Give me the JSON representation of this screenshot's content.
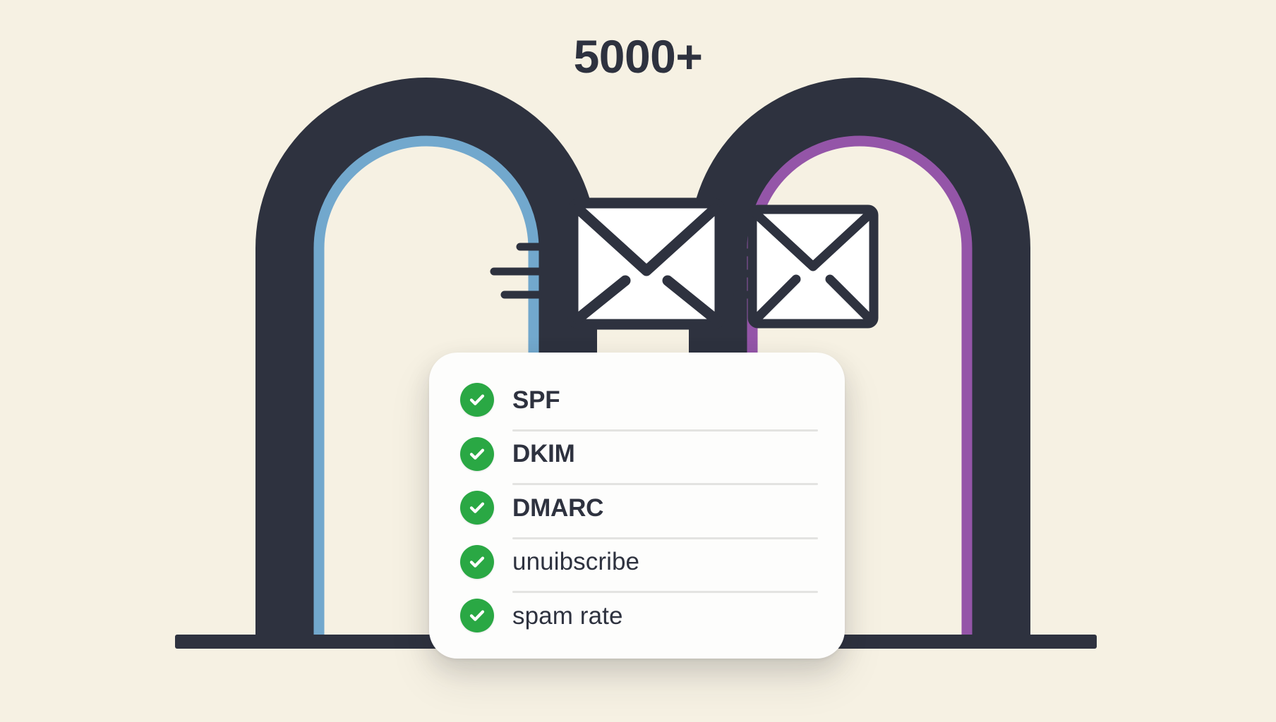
{
  "scene": {
    "background_color": "#f6f1e3",
    "headline": "5000+",
    "headline_color": "#2e323f"
  },
  "arches": {
    "left": {
      "name": "left-arch",
      "outer_color": "#2e323f",
      "inner_accent_color": "#6ba7cf",
      "inner_accent_label": "blue"
    },
    "right": {
      "name": "right-arch",
      "outer_color": "#2e323f",
      "inner_accent_color": "#8c4fa0",
      "inner_accent_label": "purple"
    },
    "ground_color": "#2e323f"
  },
  "envelopes": [
    {
      "name": "front-envelope",
      "stroke_color": "#2e323f",
      "fill_color": "#ffffff"
    },
    {
      "name": "back-envelope",
      "stroke_color": "#2e323f",
      "fill_color": "#ffffff"
    }
  ],
  "speed_lines": {
    "left_count": 3,
    "right_count": 3,
    "color": "#2e323f"
  },
  "card": {
    "background_color": "#fdfdfc",
    "divider_color": "#e3e3e1",
    "check_color": "#2aa844",
    "items": [
      {
        "label": "SPF",
        "checked": true,
        "style": "bold"
      },
      {
        "label": "DKIM",
        "checked": true,
        "style": "bold"
      },
      {
        "label": "DMARC",
        "checked": true,
        "style": "bold"
      },
      {
        "label": "unuibscribe",
        "checked": true,
        "style": "regular"
      },
      {
        "label": "spam rate",
        "checked": true,
        "style": "regular"
      }
    ]
  }
}
